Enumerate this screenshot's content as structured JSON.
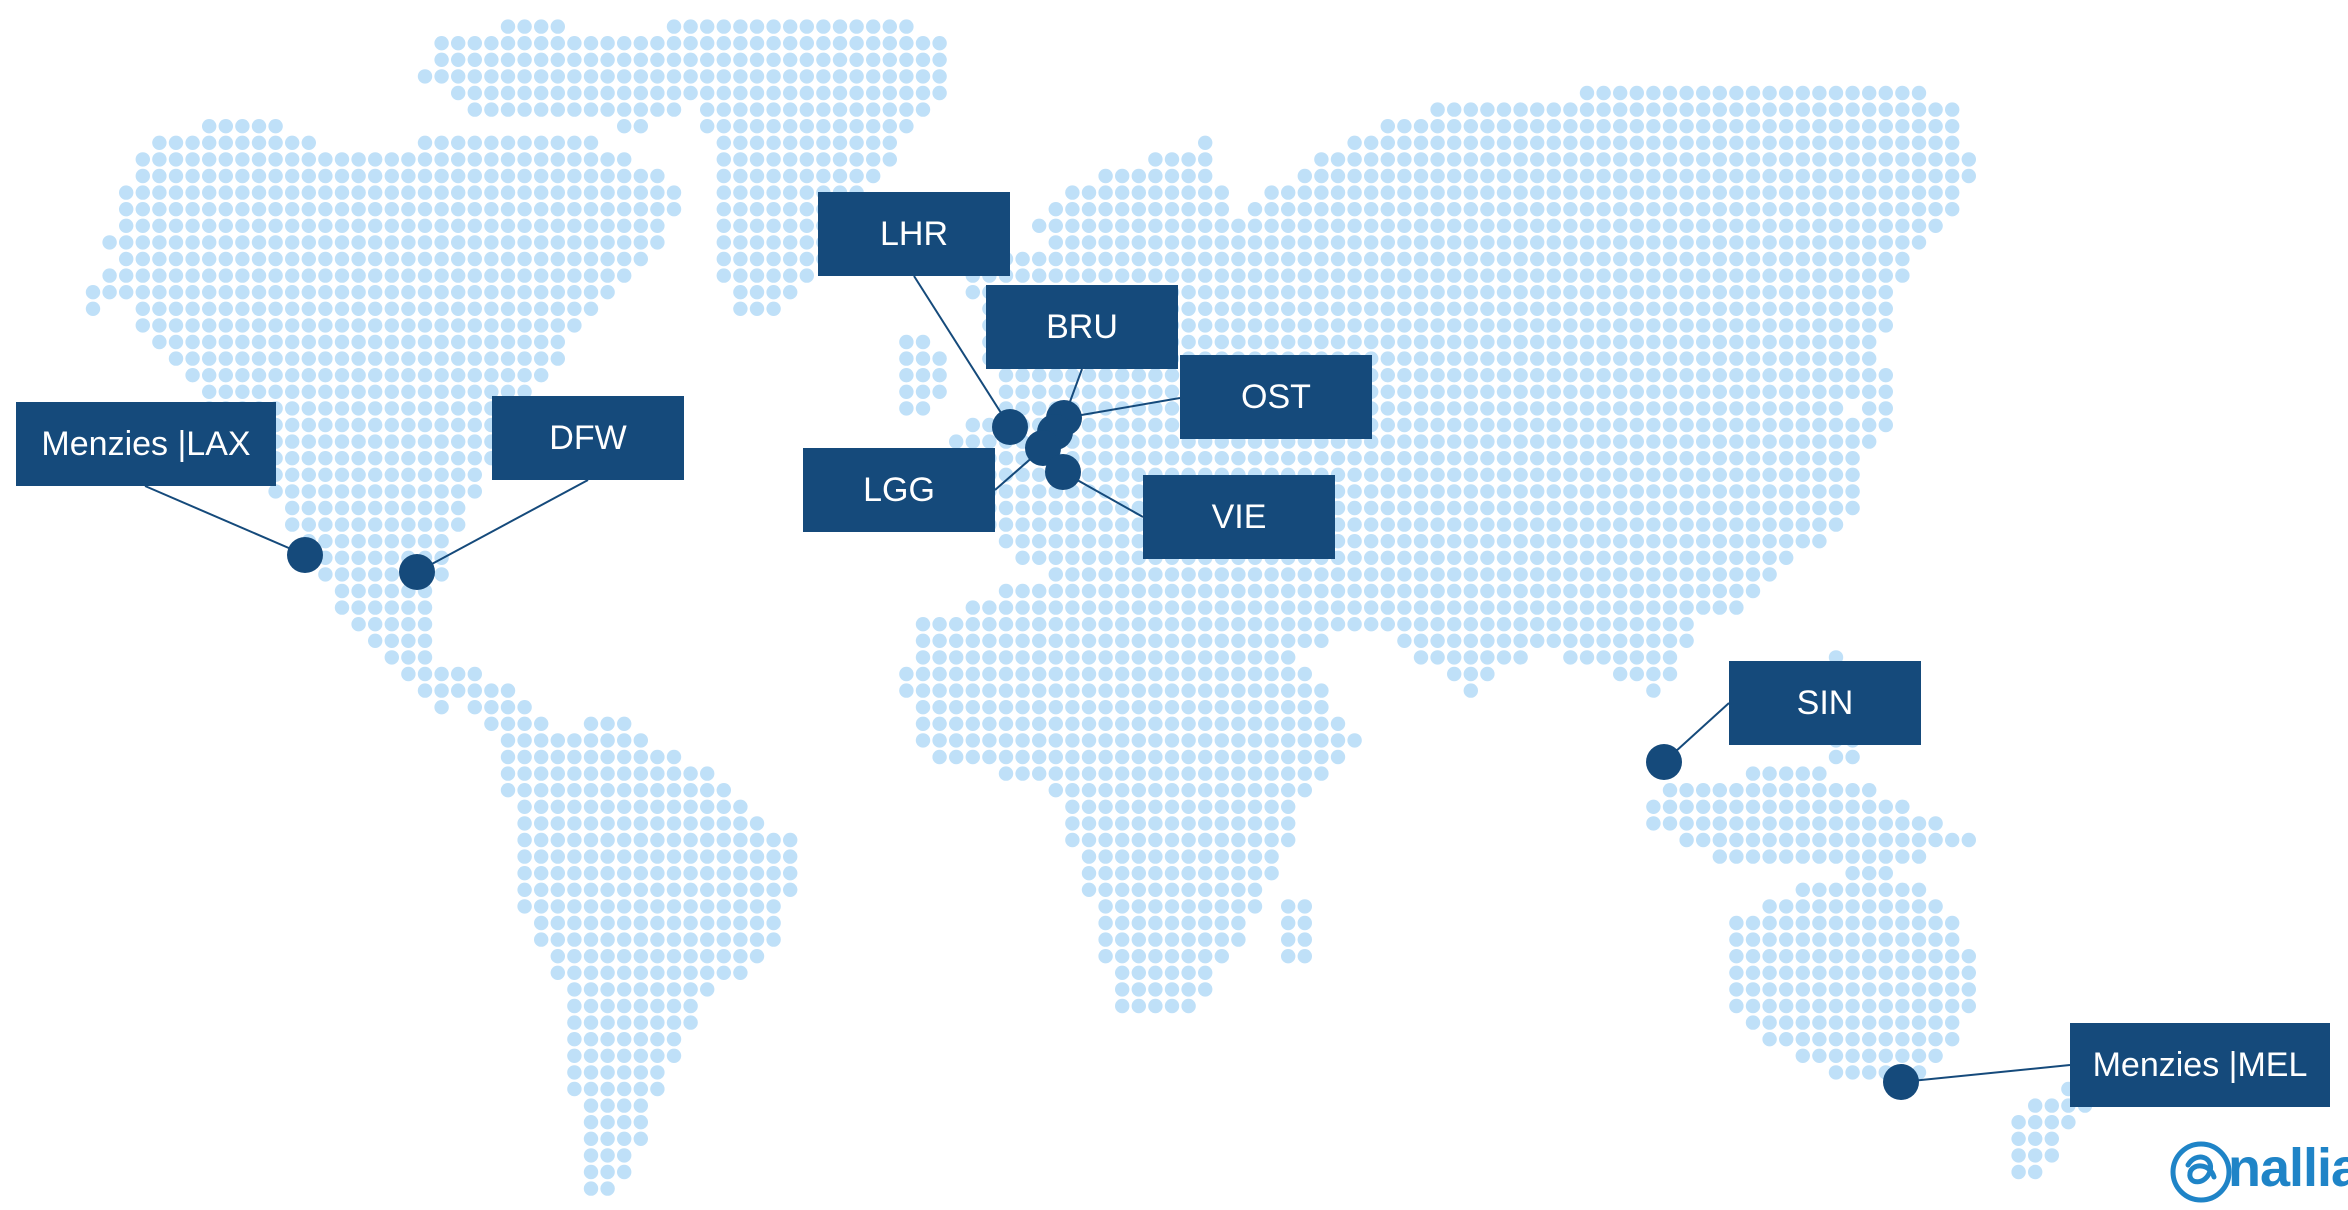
{
  "colors": {
    "land_dot": "#bfe0f8",
    "marker": "#154a7b",
    "label_bg": "#154a7b",
    "label_text": "#ffffff",
    "connector": "#154a7b",
    "logo": "#1f84c7"
  },
  "locations": {
    "lax": {
      "label": "Menzies |LAX"
    },
    "dfw": {
      "label": "DFW"
    },
    "lhr": {
      "label": "LHR"
    },
    "bru": {
      "label": "BRU"
    },
    "ost": {
      "label": "OST"
    },
    "lgg": {
      "label": "LGG"
    },
    "vie": {
      "label": "VIE"
    },
    "sin": {
      "label": "SIN"
    },
    "mel": {
      "label": "Menzies |MEL"
    }
  },
  "logo": {
    "text": "nallian",
    "icon": "nallian-knot-logo"
  }
}
